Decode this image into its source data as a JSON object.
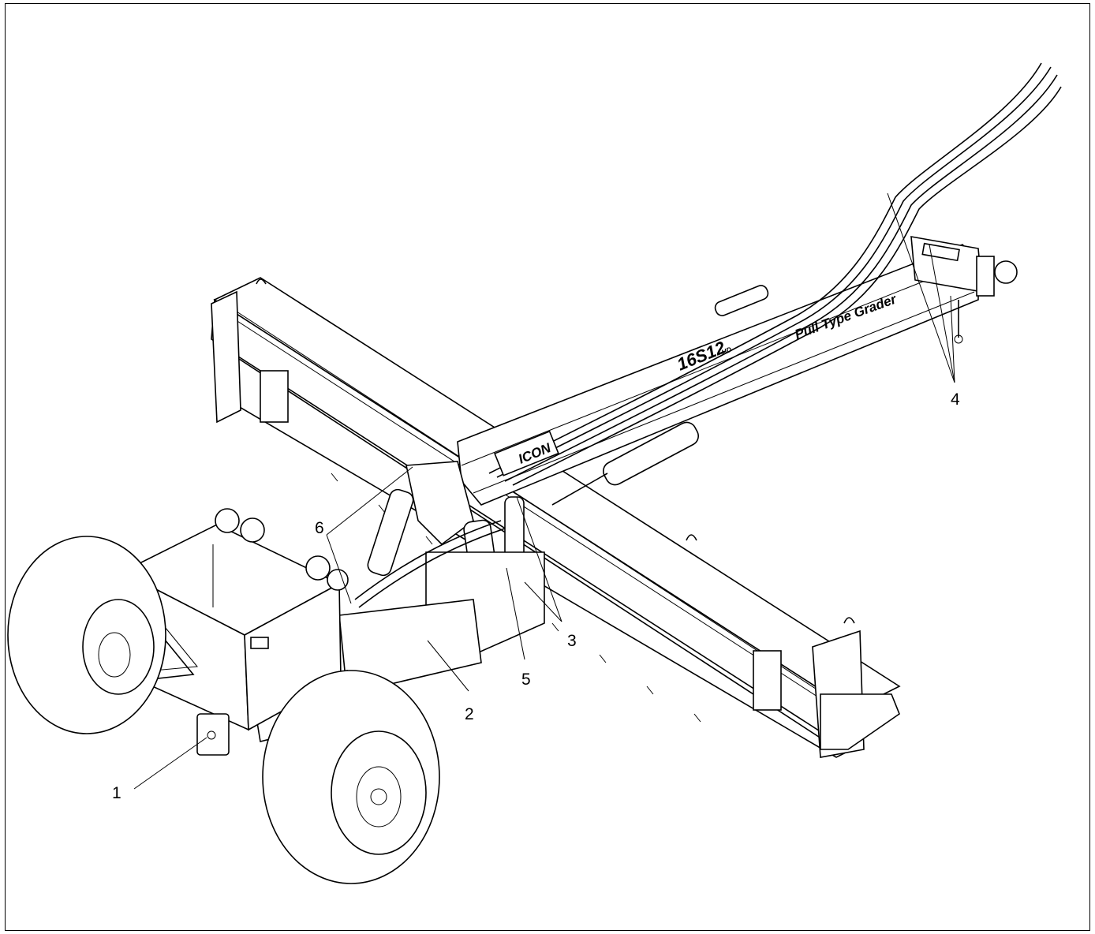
{
  "figure": {
    "callouts": [
      {
        "id": "1",
        "label": "1"
      },
      {
        "id": "2",
        "label": "2"
      },
      {
        "id": "3",
        "label": "3"
      },
      {
        "id": "4",
        "label": "4"
      },
      {
        "id": "5",
        "label": "5"
      },
      {
        "id": "6",
        "label": "6"
      }
    ],
    "decals": {
      "tongue_text": "Pull Type Grader",
      "model_text": "16S12",
      "model_suffix": "HD",
      "brand_text": "ICON"
    }
  }
}
